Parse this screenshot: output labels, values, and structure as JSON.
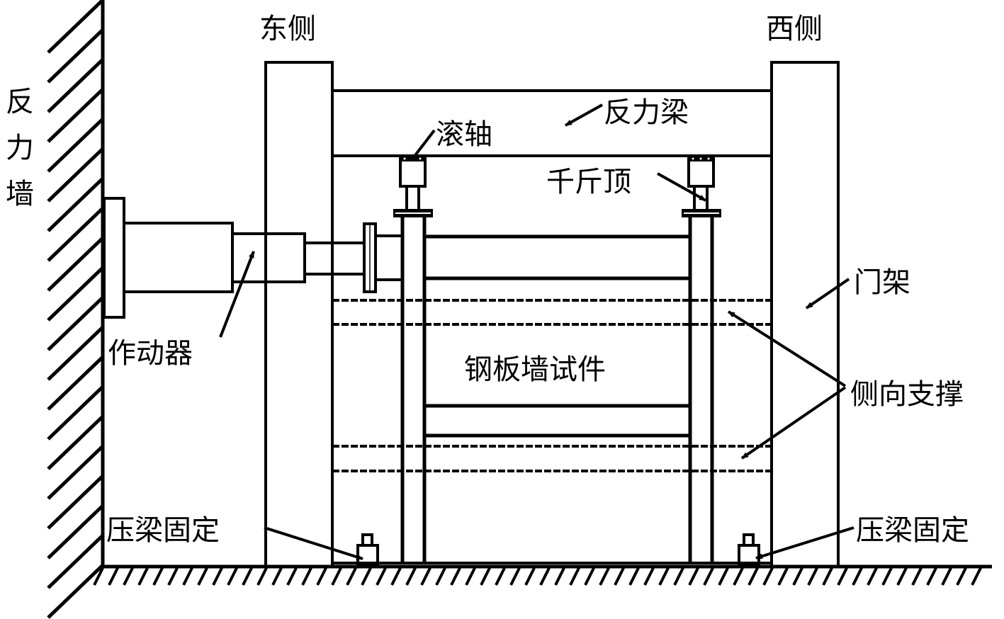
{
  "diagram": {
    "title": "钢板墙试件加载装置示意图",
    "labels": {
      "reaction_wall": [
        "反",
        "力",
        "墙"
      ],
      "east_side": "东侧",
      "west_side": "西侧",
      "reaction_beam": "反力梁",
      "roller": "滚轴",
      "jack": "千斤顶",
      "actuator": "作动器",
      "specimen": "钢板墙试件",
      "portal_frame": "门架",
      "lateral_support": "侧向支撑",
      "clamp_left": "压梁固定",
      "clamp_right": "压梁固定"
    },
    "colors": {
      "line": "#000000",
      "background": "#ffffff"
    }
  }
}
